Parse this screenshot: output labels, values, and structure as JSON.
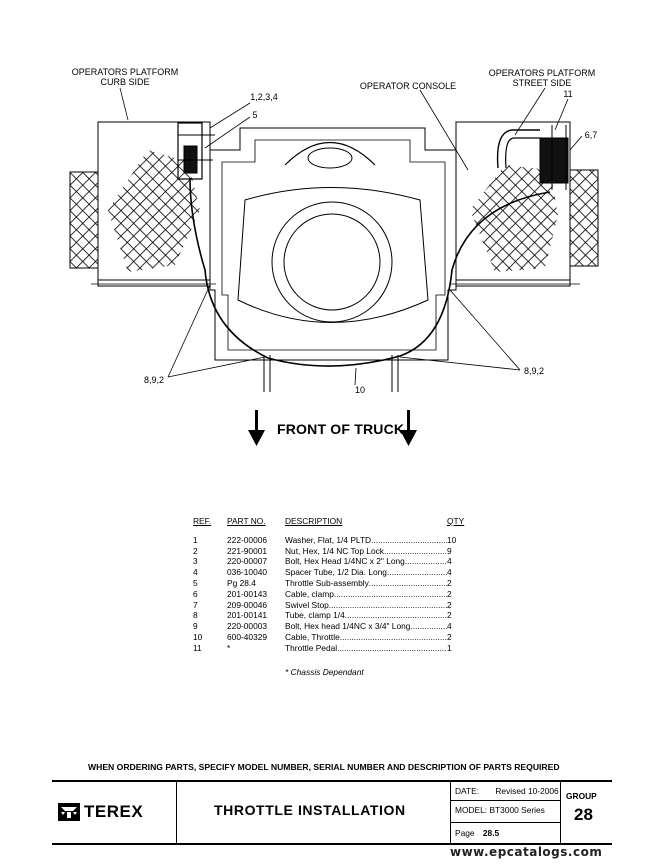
{
  "diagram": {
    "labels": {
      "curb_side": "OPERATORS PLATFORM\nCURB SIDE",
      "operator_console": "OPERATOR CONSOLE",
      "street_side": "OPERATORS PLATFORM\nSTREET SIDE",
      "ref_1234": "1,2,3,4",
      "ref_5": "5",
      "ref_11": "11",
      "ref_67": "6,7",
      "ref_892_left": "8,9,2",
      "ref_892_right": "8,9,2",
      "ref_10": "10"
    },
    "front_of_truck": "FRONT OF TRUCK"
  },
  "parts_list": {
    "headers": {
      "ref": "REF.",
      "part_no": "PART NO.",
      "description": "DESCRIPTION",
      "qty": "QTY"
    },
    "rows": [
      {
        "ref": "1",
        "part_no": "222-00006",
        "description": "Washer, Flat, 1/4 PLTD",
        "qty": "10"
      },
      {
        "ref": "2",
        "part_no": "221-90001",
        "description": "Nut, Hex, 1/4 NC Top Lock",
        "qty": "9"
      },
      {
        "ref": "3",
        "part_no": "220-00007",
        "description": "Bolt, Hex Head 1/4NC x 2\" Long",
        "qty": "4"
      },
      {
        "ref": "4",
        "part_no": "036-10040",
        "description": "Spacer Tube, 1/2 Dia. Long",
        "qty": "4"
      },
      {
        "ref": "5",
        "part_no": "Pg 28.4",
        "description": "Throttle Sub-assembly",
        "qty": "2"
      },
      {
        "ref": "6",
        "part_no": "201-00143",
        "description": "Cable, clamp",
        "qty": "2"
      },
      {
        "ref": "7",
        "part_no": "209-00046",
        "description": "Swivel Stop",
        "qty": "2"
      },
      {
        "ref": "8",
        "part_no": "201-00141",
        "description": "Tube, clamp 1/4",
        "qty": "2"
      },
      {
        "ref": "9",
        "part_no": "220-00003",
        "description": "Bolt, Hex head 1/4NC x 3/4\" Long",
        "qty": "4"
      },
      {
        "ref": "10",
        "part_no": "600-40329",
        "description": "Cable, Throttle",
        "qty": "2"
      },
      {
        "ref": "11",
        "part_no": "*",
        "description": "Throttle Pedal",
        "qty": "1"
      }
    ],
    "note": "* Chassis Dependant"
  },
  "ordering_notice": "WHEN ORDERING PARTS, SPECIFY MODEL NUMBER, SERIAL NUMBER AND DESCRIPTION OF PARTS REQUIRED",
  "title_block": {
    "logo": "TEREX",
    "title": "THROTTLE INSTALLATION",
    "date_label": "DATE:",
    "date_value": "Revised 10-2006",
    "model_label": "MODEL:",
    "model_value": "BT3000 Series",
    "page_label": "Page",
    "page_value": "28.5",
    "group_label": "GROUP",
    "group_value": "28"
  },
  "watermark": "www.epcatalogs.com"
}
